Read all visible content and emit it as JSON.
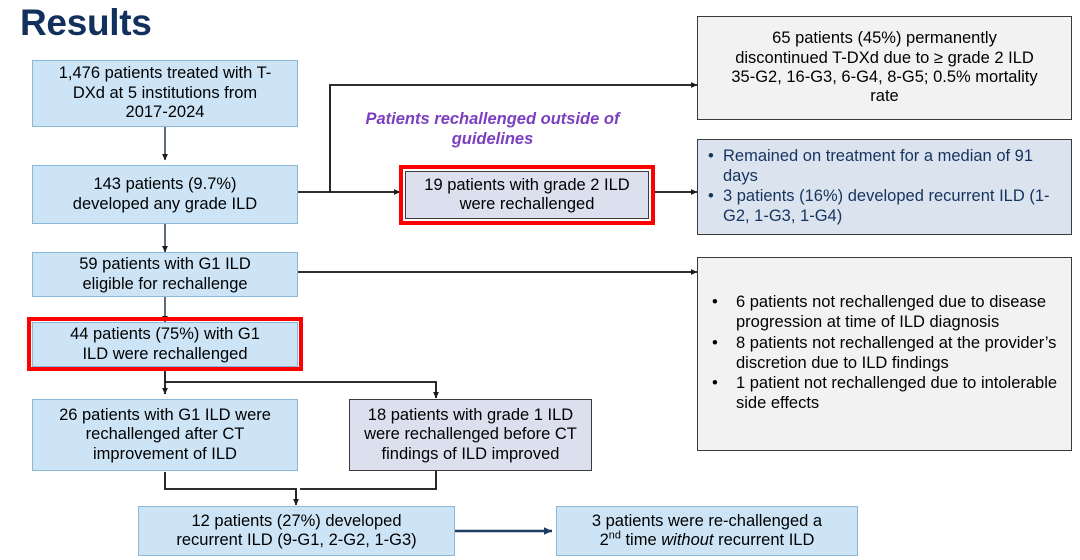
{
  "title": "Results",
  "annotation": {
    "rechallenge_outside_guidelines": "Patients rechallenged outside of guidelines"
  },
  "colors": {
    "title_navy": "#12305c",
    "box_blue_fill": "#cce4f6",
    "box_blue_border": "#8cb8d8",
    "box_lavender_fill": "#dbdfee",
    "box_grey_fill": "#f2f2f2",
    "highlight_red": "#ff0000",
    "annotation_purple": "#7b3fbf",
    "bullet_navy_text": "#14345f",
    "connector_black": "#000000",
    "connector_navy": "#1f3b63"
  },
  "nodes": {
    "cohort": {
      "id": "cohort-box",
      "type": "blue",
      "lines": [
        "1,476 patients treated with T-",
        "DXd at 5 institutions from",
        "2017-2024"
      ]
    },
    "any_grade_ild": {
      "id": "any-grade-ild-box",
      "type": "blue",
      "lines": [
        "143 patients (9.7%)",
        "developed any grade ILD"
      ]
    },
    "g1_eligible": {
      "id": "g1-eligible-box",
      "type": "blue",
      "lines": [
        "59 patients with G1 ILD",
        "eligible for rechallenge"
      ]
    },
    "g1_rechallenged": {
      "id": "g1-rechallenged-box",
      "type": "blue",
      "highlighted": true,
      "lines": [
        "44 patients (75%) with G1",
        "ILD were rechallenged"
      ]
    },
    "g2_rechallenged": {
      "id": "g2-rechallenged-box",
      "type": "lavender",
      "highlighted": true,
      "lines": [
        "19 patients with grade 2 ILD",
        "were rechallenged"
      ]
    },
    "rechallenged_after_ct": {
      "id": "rechallenged-after-ct-box",
      "type": "blue",
      "lines": [
        "26 patients with G1 ILD were",
        "rechallenged after CT",
        "improvement of ILD"
      ]
    },
    "rechallenged_before_ct": {
      "id": "rechallenged-before-ct-box",
      "type": "lavender",
      "lines": [
        "18 patients with grade 1 ILD",
        "were rechallenged before CT",
        "findings of ILD improved"
      ]
    },
    "recurrent_ild": {
      "id": "recurrent-ild-box",
      "type": "blue",
      "lines": [
        "12 patients (27%) developed",
        "recurrent ILD (9-G1, 2-G2, 1-G3)"
      ]
    },
    "second_rechallenge": {
      "id": "second-rechallenge-box",
      "type": "blue",
      "lines_html": [
        "3 patients were re-challenged a",
        "2<sup>nd</sup> time <span class=\"it\">without</span> recurrent ILD"
      ]
    },
    "discontinued": {
      "id": "discontinued-box",
      "type": "grey",
      "lines": [
        "65 patients (45%) permanently",
        "discontinued T-DXd due to ≥ grade 2 ILD",
        "35-G2, 16-G3, 6-G4, 8-G5; 0.5% mortality",
        "rate"
      ]
    },
    "g2_outcomes": {
      "id": "g2-outcomes-box",
      "type": "lavender-navy",
      "bullets": [
        "Remained on treatment for a median of 91 days",
        "3 patients (16%) developed recurrent ILD (1-G2, 1-G3, 1-G4)"
      ]
    },
    "not_rechallenged": {
      "id": "not-rechallenged-box",
      "type": "grey",
      "bullets": [
        "6 patients not rechallenged due to disease progression at time of ILD diagnosis",
        "8 patients not rechallenged at the provider’s discretion due to ILD findings",
        "1 patient not rechallenged due to intolerable side effects"
      ]
    }
  }
}
